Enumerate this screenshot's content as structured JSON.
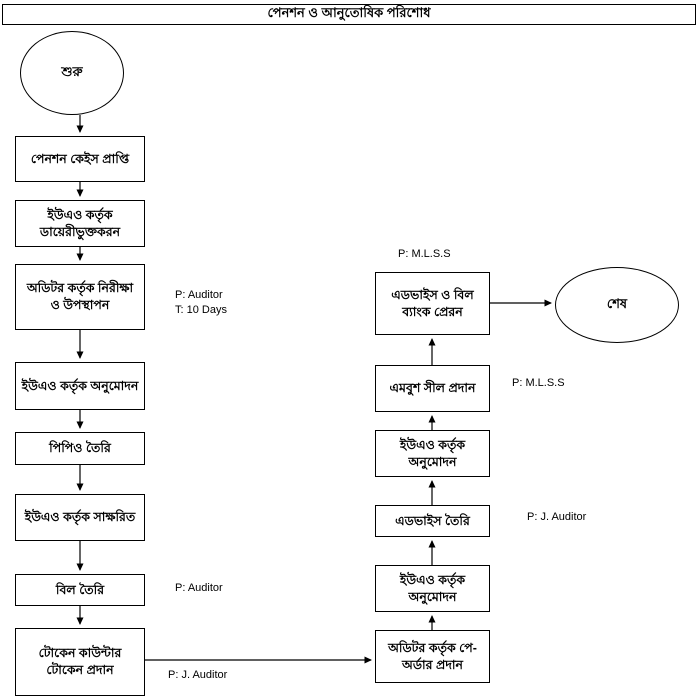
{
  "title": "পেনশন ও আনুতোষিক পরিশোধ",
  "flow": {
    "start_label": "শুরু",
    "end_label": "শেষ",
    "left_steps": [
      "পেনশন কেইস প্রাপ্তি",
      "ইউএও কর্তৃক ডায়েরীভুক্তকরন",
      "অডিটর কর্তৃক নিরীক্ষা ও উপস্থাপন",
      "ইউএও কর্তৃক অনুমোদন",
      "পিপিও তৈরি",
      "ইউএও কর্তৃক সাক্ষরিত",
      "বিল তৈরি",
      "টোকেন কাউন্টার টোকেন প্রদান"
    ],
    "right_steps": [
      "অডিটর কর্তৃক পে-অর্ডার প্রদান",
      "ইউএও কর্তৃক অনুমোদন",
      "এডভাইস তৈরি",
      "ইউএও কর্তৃক অনুমোদন",
      "এমবুশ সীল প্রদান",
      "এডভাইস ও বিল ব্যাংক প্রেরন"
    ]
  },
  "annotations": {
    "audit_step_person": "P: Auditor",
    "audit_step_time": "T: 10 Days",
    "bill_person": "P: Auditor",
    "token_person": "P: J. Auditor",
    "advice_person": "P: J. Auditor",
    "seal_person": "P: M.L.S.S",
    "bank_send_person": "P: M.L.S.S",
    "colors": {
      "line": "#000000",
      "background": "#ffffff"
    }
  }
}
